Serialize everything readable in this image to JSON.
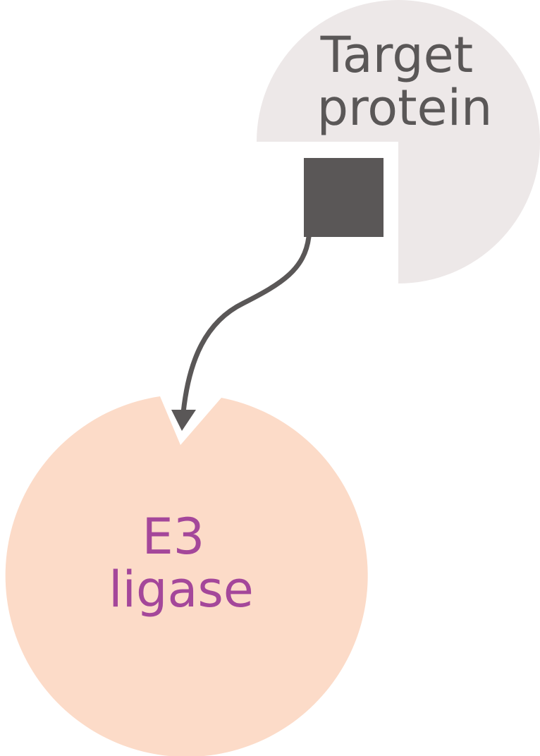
{
  "target_protein": {
    "label_line1": "Target",
    "label_line2": "protein",
    "fill_color": "#ede8e8",
    "text_color": "#5a5757"
  },
  "ligand": {
    "fill_color": "#5a5757"
  },
  "linker": {
    "stroke_color": "#5a5757"
  },
  "e3_ligase": {
    "label_line1": "E3",
    "label_line2": "ligase",
    "fill_color": "#fcdbc8",
    "text_color": "#a4479a"
  }
}
